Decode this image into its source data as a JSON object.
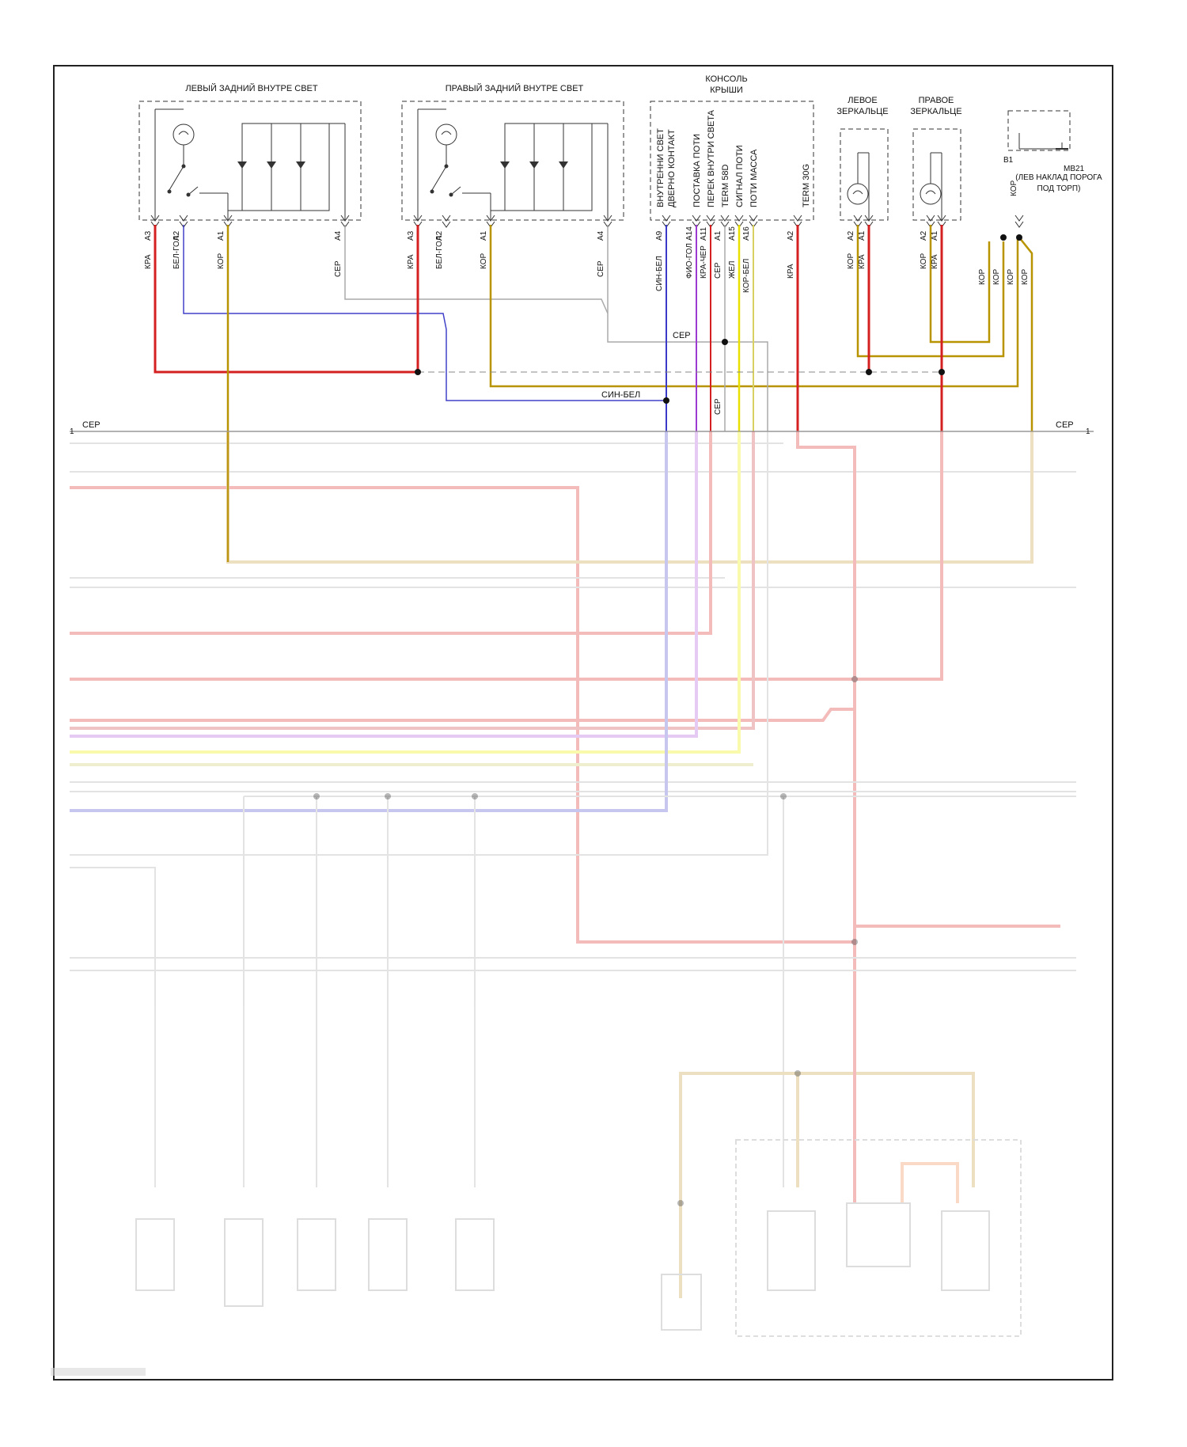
{
  "components": {
    "left_rear": {
      "title": "ЛЕВЫЙ ЗАДНИЙ ВНУТРЕ СВЕТ",
      "pins": [
        "A3",
        "A2",
        "A1",
        "A4"
      ],
      "wires": [
        "КРА",
        "БЕЛ-ГОЛ",
        "КОР",
        "СЕР"
      ]
    },
    "right_rear": {
      "title": "ПРАВЫЙ ЗАДНИЙ ВНУТРЕ СВЕТ",
      "pins": [
        "A3",
        "A2",
        "A1",
        "A4"
      ],
      "wires": [
        "КРА",
        "БЕЛ-ГОЛ",
        "КОР",
        "СЕР"
      ]
    },
    "roof_console": {
      "title": "КОНСОЛЬ КРЫШИ",
      "signals": [
        "ВНУТРЕННИ СВЕТ ДВЕРНО КОНТАКТ",
        "ПОСТАВКА ПОТИ",
        "ПЕРЕК ВНУТРИ СВЕТА",
        "TERM 58D",
        "СИГНАЛ ПОТИ",
        "ПОТИ МАССА",
        "TERM 30G"
      ],
      "pins": [
        "A9",
        "A14",
        "A11",
        "A1",
        "A15",
        "A16",
        "A2"
      ],
      "wires": [
        "СИН-БЕЛ",
        "ФИО-ГОЛ",
        "КРА-ЧЕР",
        "СЕР",
        "ЖЕЛ",
        "КОР-БЕЛ",
        "КРА"
      ]
    },
    "left_mirror": {
      "title": "ЛЕВОЕ ЗЕРКАЛЬЦЕ",
      "pins": [
        "A2",
        "A1"
      ],
      "wires": [
        "КОР",
        "КРА"
      ]
    },
    "right_mirror": {
      "title": "ПРАВОЕ ЗЕРКАЛЬЦЕ",
      "pins": [
        "A2",
        "A1"
      ],
      "wires": [
        "КОР",
        "КРА"
      ]
    },
    "ground": {
      "pin": "B1",
      "name": "MB21",
      "desc1": "(ЛЕВ НАКЛАД ПОРОГА",
      "desc2": "ПОД ТОРП)",
      "wire": "КОР",
      "splice_wires": [
        "КОР",
        "КОР",
        "КОР",
        "КОР"
      ]
    }
  },
  "wire_labels": {
    "gray": "СЕР",
    "blue_white": "СИН-БЕЛ",
    "gray_vertical": "СЕР"
  },
  "connector": {
    "left_label": "СЕР",
    "left_num": "1",
    "right_label": "СЕР",
    "right_num": "1"
  },
  "colors": {
    "red": "#d42020",
    "blue": "#3a3ac8",
    "brown": "#b89400",
    "gray": "#9a9a9a",
    "purple": "#9a3ad0",
    "yellow": "#e8e000",
    "orange": "#f08a50"
  }
}
